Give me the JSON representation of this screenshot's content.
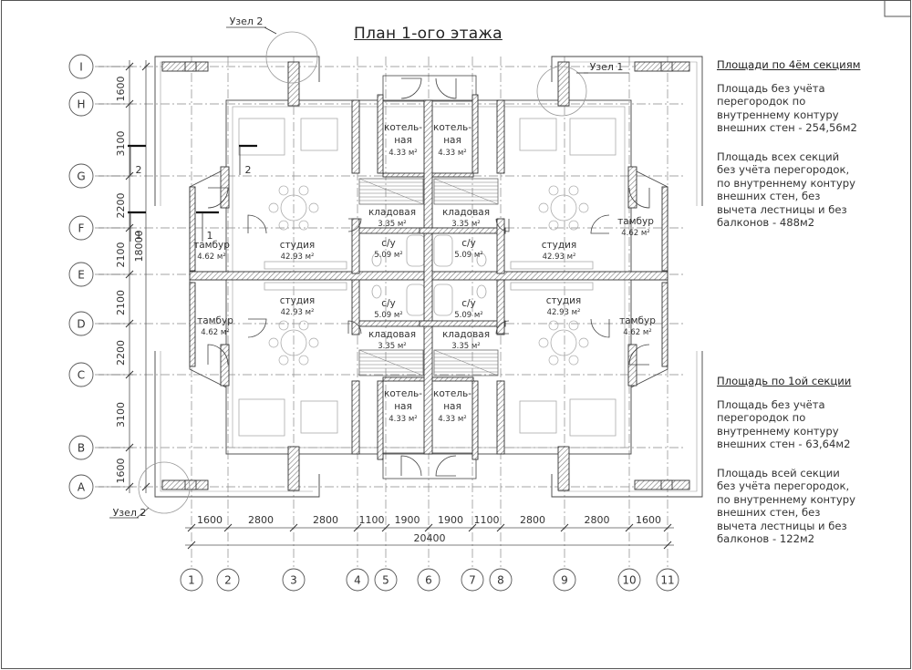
{
  "title": "План 1-ого этажа",
  "nodes": {
    "node2_top": "Узел 2",
    "node1": "Узел 1",
    "node2_bottom": "Узел 2"
  },
  "section_marks": {
    "cut2": "2",
    "cut1": "1"
  },
  "notes": {
    "four_sections": {
      "header": "Площади по 4ём секциям",
      "para1": [
        "Площадь без учёта",
        "перегородок по",
        "внутреннему контуру",
        "внешних стен -  254,56м2"
      ],
      "para2": [
        "Площадь всех секций",
        "без учёта перегородок,",
        "по внутреннему контуру",
        "внешних стен, без",
        "вычета лестницы и без",
        "балконов -  488м2"
      ]
    },
    "one_section": {
      "header": "Площадь по 1ой секции",
      "para1": [
        "Площадь без учёта",
        "перегородок по",
        "внутреннему контуру",
        "внешних стен -  63,64м2"
      ],
      "para2": [
        "Площадь всей секции",
        "без учёта перегородок,",
        "по внутреннему контуру",
        "внешних стен, без",
        "вычета лестницы и без",
        "балконов - 122м2"
      ]
    }
  },
  "row_axes": [
    "I",
    "H",
    "G",
    "F",
    "E",
    "D",
    "C",
    "B",
    "A"
  ],
  "row_dims": [
    "1600",
    "3100",
    "2200",
    "2100",
    "2100",
    "2200",
    "3100",
    "1600"
  ],
  "row_total": "18000",
  "col_axes": [
    "1",
    "2",
    "3",
    "4",
    "5",
    "6",
    "7",
    "8",
    "9",
    "10",
    "11"
  ],
  "col_dims": [
    "1600",
    "2800",
    "2800",
    "1100",
    "1900",
    "1900",
    "1100",
    "2800",
    "2800",
    "1600"
  ],
  "col_total": "20400",
  "rooms": {
    "boiler": {
      "name1": "котель-",
      "name2": "ная",
      "area": "4.33 м²"
    },
    "storage": {
      "name": "кладовая",
      "area": "3.35 м²"
    },
    "bath": {
      "name": "с/у",
      "area": "5.09 м²"
    },
    "studio": {
      "name": "студия",
      "area": "42.93 м²"
    },
    "vestibule": {
      "name": "тамбур",
      "area": "4.62 м²"
    }
  },
  "colors": {
    "line": "#333333",
    "wall_hatch": "#777777",
    "furniture": "#aaaaaa",
    "axis": "#888888"
  }
}
